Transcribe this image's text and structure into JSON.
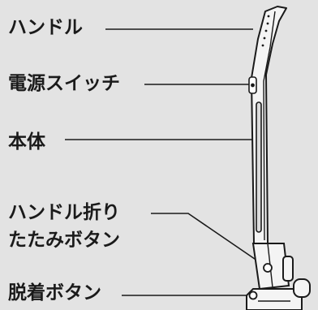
{
  "labels": {
    "handle": "ハンドル",
    "power_switch": "電源スイッチ",
    "body": "本体",
    "handle_fold_line1": "ハンドル折り",
    "handle_fold_line2": "たたみボタン",
    "detach_button": "脱着ボタン"
  },
  "colors": {
    "background": "#e3e3e3",
    "text": "#1a1a1a",
    "device_fill": "#f4f4f4",
    "outline": "#1a1a1a"
  }
}
